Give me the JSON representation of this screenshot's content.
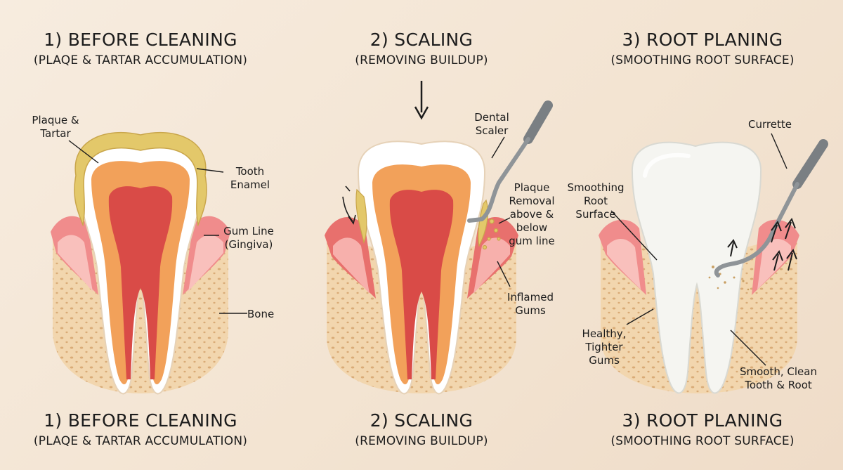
{
  "panels": [
    {
      "title": "1) BEFORE CLEANING",
      "subtitle": "(PLAQE & TARTAR ACCUMULATION)",
      "bottom_title": "1) BEFORE CLEANING",
      "bottom_subtitle": "(PLAQE & TARTAR ACCUMULATION)",
      "labels": {
        "plaque": "Plaque &\nTartar",
        "enamel": "Tooth\nEnamel",
        "gum": "Gum Line\n(Gingiva)",
        "bone": "Bone"
      }
    },
    {
      "title": "2) SCALING",
      "subtitle": "(REMOVING BUILDUP)",
      "bottom_title": "2) SCALING",
      "bottom_subtitle": "(REMOVING BUILDUP)",
      "labels": {
        "scaler": "Dental\nScaler",
        "removal": "Plaque\nRemoval\nabove &\nbelow\ngum line",
        "inflamed": "Inflamed\nGums"
      }
    },
    {
      "title": "3) ROOT PLANING",
      "subtitle": "(SMOOTHING ROOT SURFACE)",
      "bottom_title": "3) ROOT PLANING",
      "bottom_subtitle": "(SMOOTHING ROOT SURFACE)",
      "labels": {
        "curette": "Currette",
        "smoothing": "Smoothing\nRoot\nSurface",
        "healthy": "Healthy,\nTighter\nGums",
        "clean": "Smooth, Clean\nTooth & Root"
      }
    }
  ],
  "colors": {
    "bone": "#f2d6ae",
    "bone_dots": "#d9ab77",
    "gum": "#f08c8c",
    "gum_light": "#f9c0bc",
    "enamel": "#ffffff",
    "dentin": "#f2a15a",
    "pulp": "#d94b47",
    "tartar": "#e3c86a",
    "instrument": "#8f9498"
  }
}
